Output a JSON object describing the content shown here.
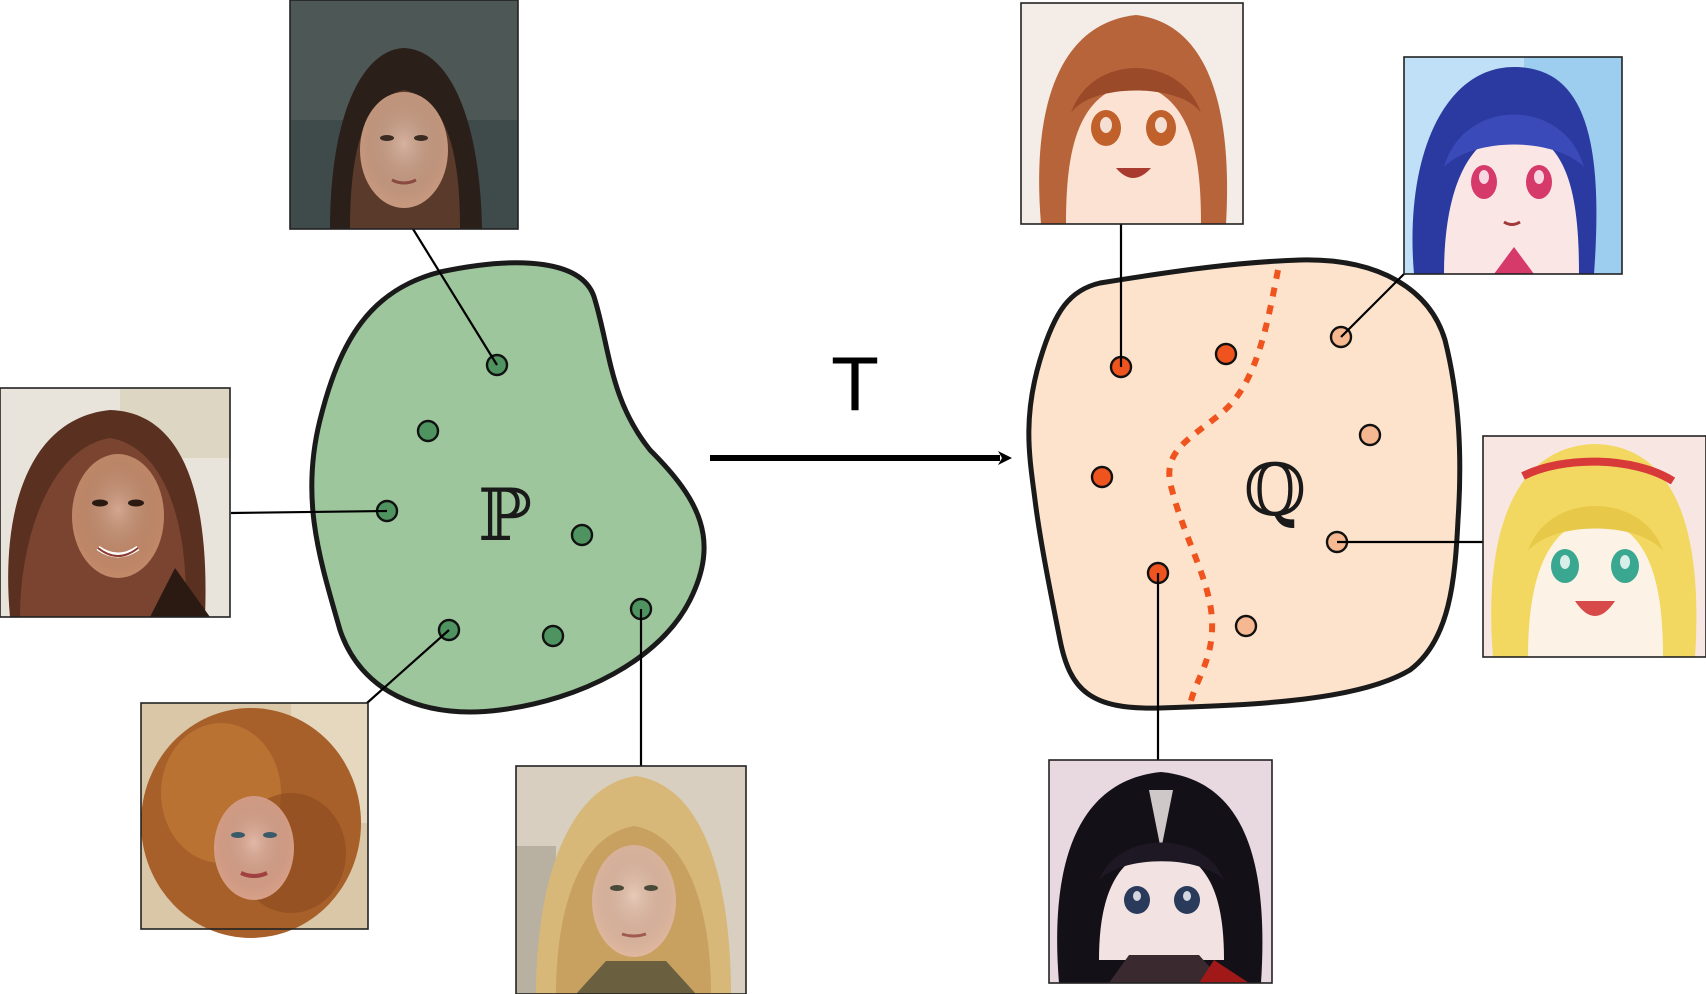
{
  "source_distribution": {
    "label": "ℙ",
    "fill_color": "#9dc69d",
    "point_color": "#4f9460",
    "images": [
      {
        "name": "face-photo-dark-hair-top",
        "palette": [
          "#3f4a4a",
          "#8c6a55",
          "#c89a80",
          "#2b1f1a"
        ]
      },
      {
        "name": "face-photo-brunette-left",
        "palette": [
          "#e8e4dc",
          "#5a3020",
          "#c48a6a",
          "#2a1a12"
        ]
      },
      {
        "name": "face-photo-curly-red",
        "palette": [
          "#d9c7a8",
          "#a8602a",
          "#d8a088",
          "#6a3a1a"
        ]
      },
      {
        "name": "face-photo-blonde",
        "palette": [
          "#d8cfc0",
          "#d8b878",
          "#e0b8a0",
          "#6a6040"
        ]
      }
    ]
  },
  "target_distribution": {
    "label": "ℚ",
    "fill_color": "#fde3cc",
    "class_a_color": "#f0541e",
    "class_b_color": "#f6b890",
    "boundary_color": "#f0541e",
    "images": [
      {
        "name": "anime-face-brown-hair",
        "palette": [
          "#f4ece6",
          "#b8643a",
          "#fbe2d2",
          "#7a3a1a"
        ]
      },
      {
        "name": "anime-face-blue-hair",
        "palette": [
          "#bfe0f6",
          "#2a3aa0",
          "#fbe6e6",
          "#d63a6a"
        ]
      },
      {
        "name": "anime-face-blonde",
        "palette": [
          "#f8e6e2",
          "#f2d860",
          "#fdf2e6",
          "#d83a3a"
        ]
      },
      {
        "name": "anime-face-black-hair",
        "palette": [
          "#e8d8e0",
          "#141018",
          "#f2e2e2",
          "#a01818"
        ]
      }
    ]
  },
  "mapping": {
    "label": "T",
    "arrow_color": "#000000"
  }
}
